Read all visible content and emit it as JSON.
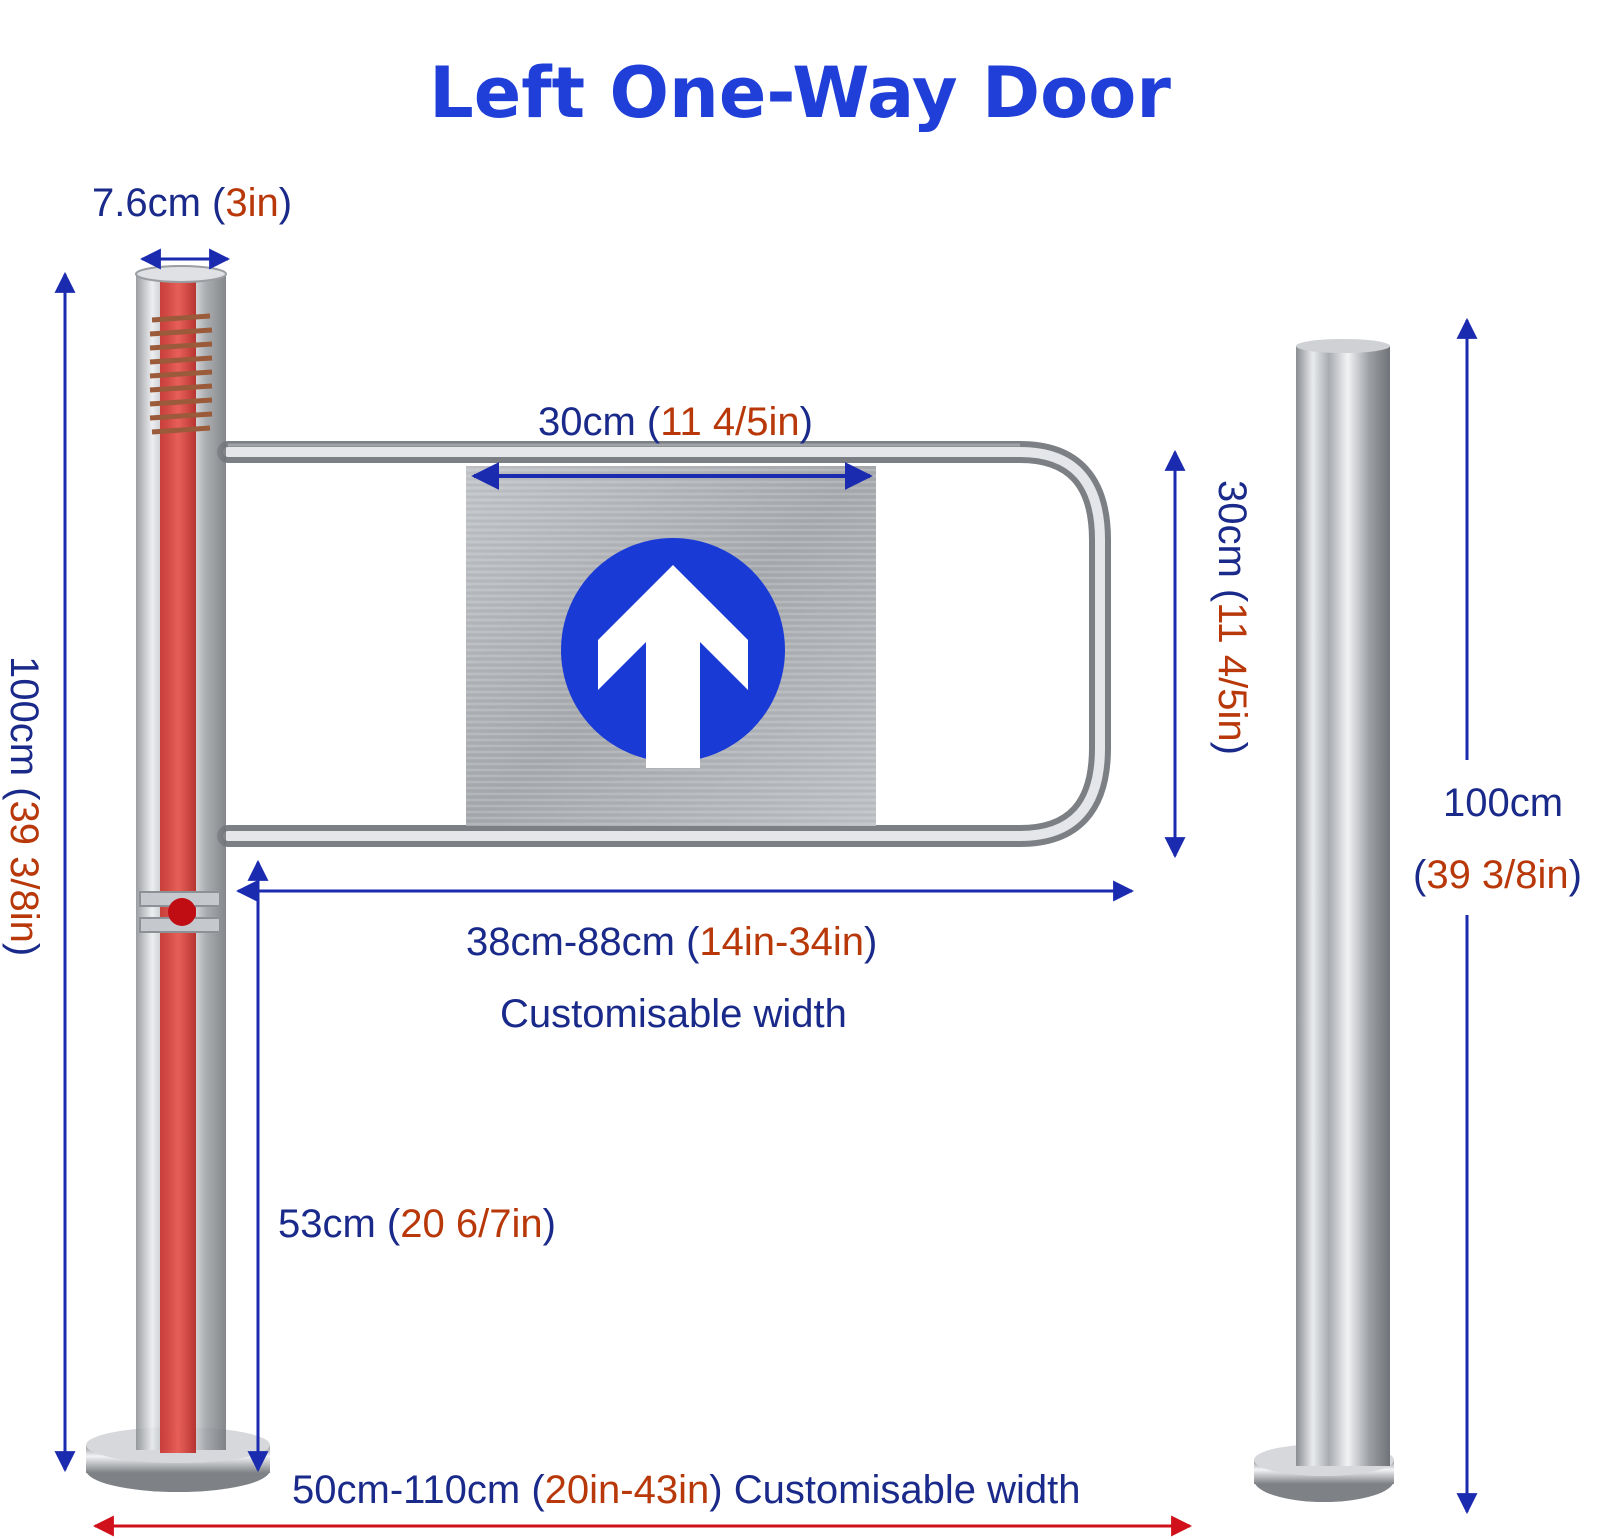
{
  "title": "Left One-Way Door",
  "colors": {
    "dimension_text": "#1a2a8a",
    "imperial_text": "#b8380a",
    "title": "#1f3fd8",
    "arrow_blue": "#1b2bb0",
    "arrow_red": "#d0101a",
    "sign_circle": "#1a3ad6",
    "steel": "#b9bcc0"
  },
  "icons": [
    "up-arrow-sign-icon"
  ],
  "dimensions": {
    "post_diameter": {
      "metric": "7.6cm",
      "imperial": "3in"
    },
    "post_height_left": {
      "metric": "100cm",
      "imperial": "39 3/8in"
    },
    "panel_width": {
      "metric": "30cm",
      "imperial": "11 4/5in"
    },
    "panel_height": {
      "metric": "30cm",
      "imperial": "11 4/5in"
    },
    "gate_width": {
      "metric": "38cm-88cm",
      "imperial": "14in-34in",
      "note": "Customisable width"
    },
    "arm_height": {
      "metric": "53cm",
      "imperial": "20 6/7in"
    },
    "post_height_right": {
      "metric": "100cm",
      "imperial": "39 3/8in"
    },
    "total_width": {
      "metric": "50cm-110cm",
      "imperial": "20in-43in",
      "note": "Customisable width"
    }
  }
}
